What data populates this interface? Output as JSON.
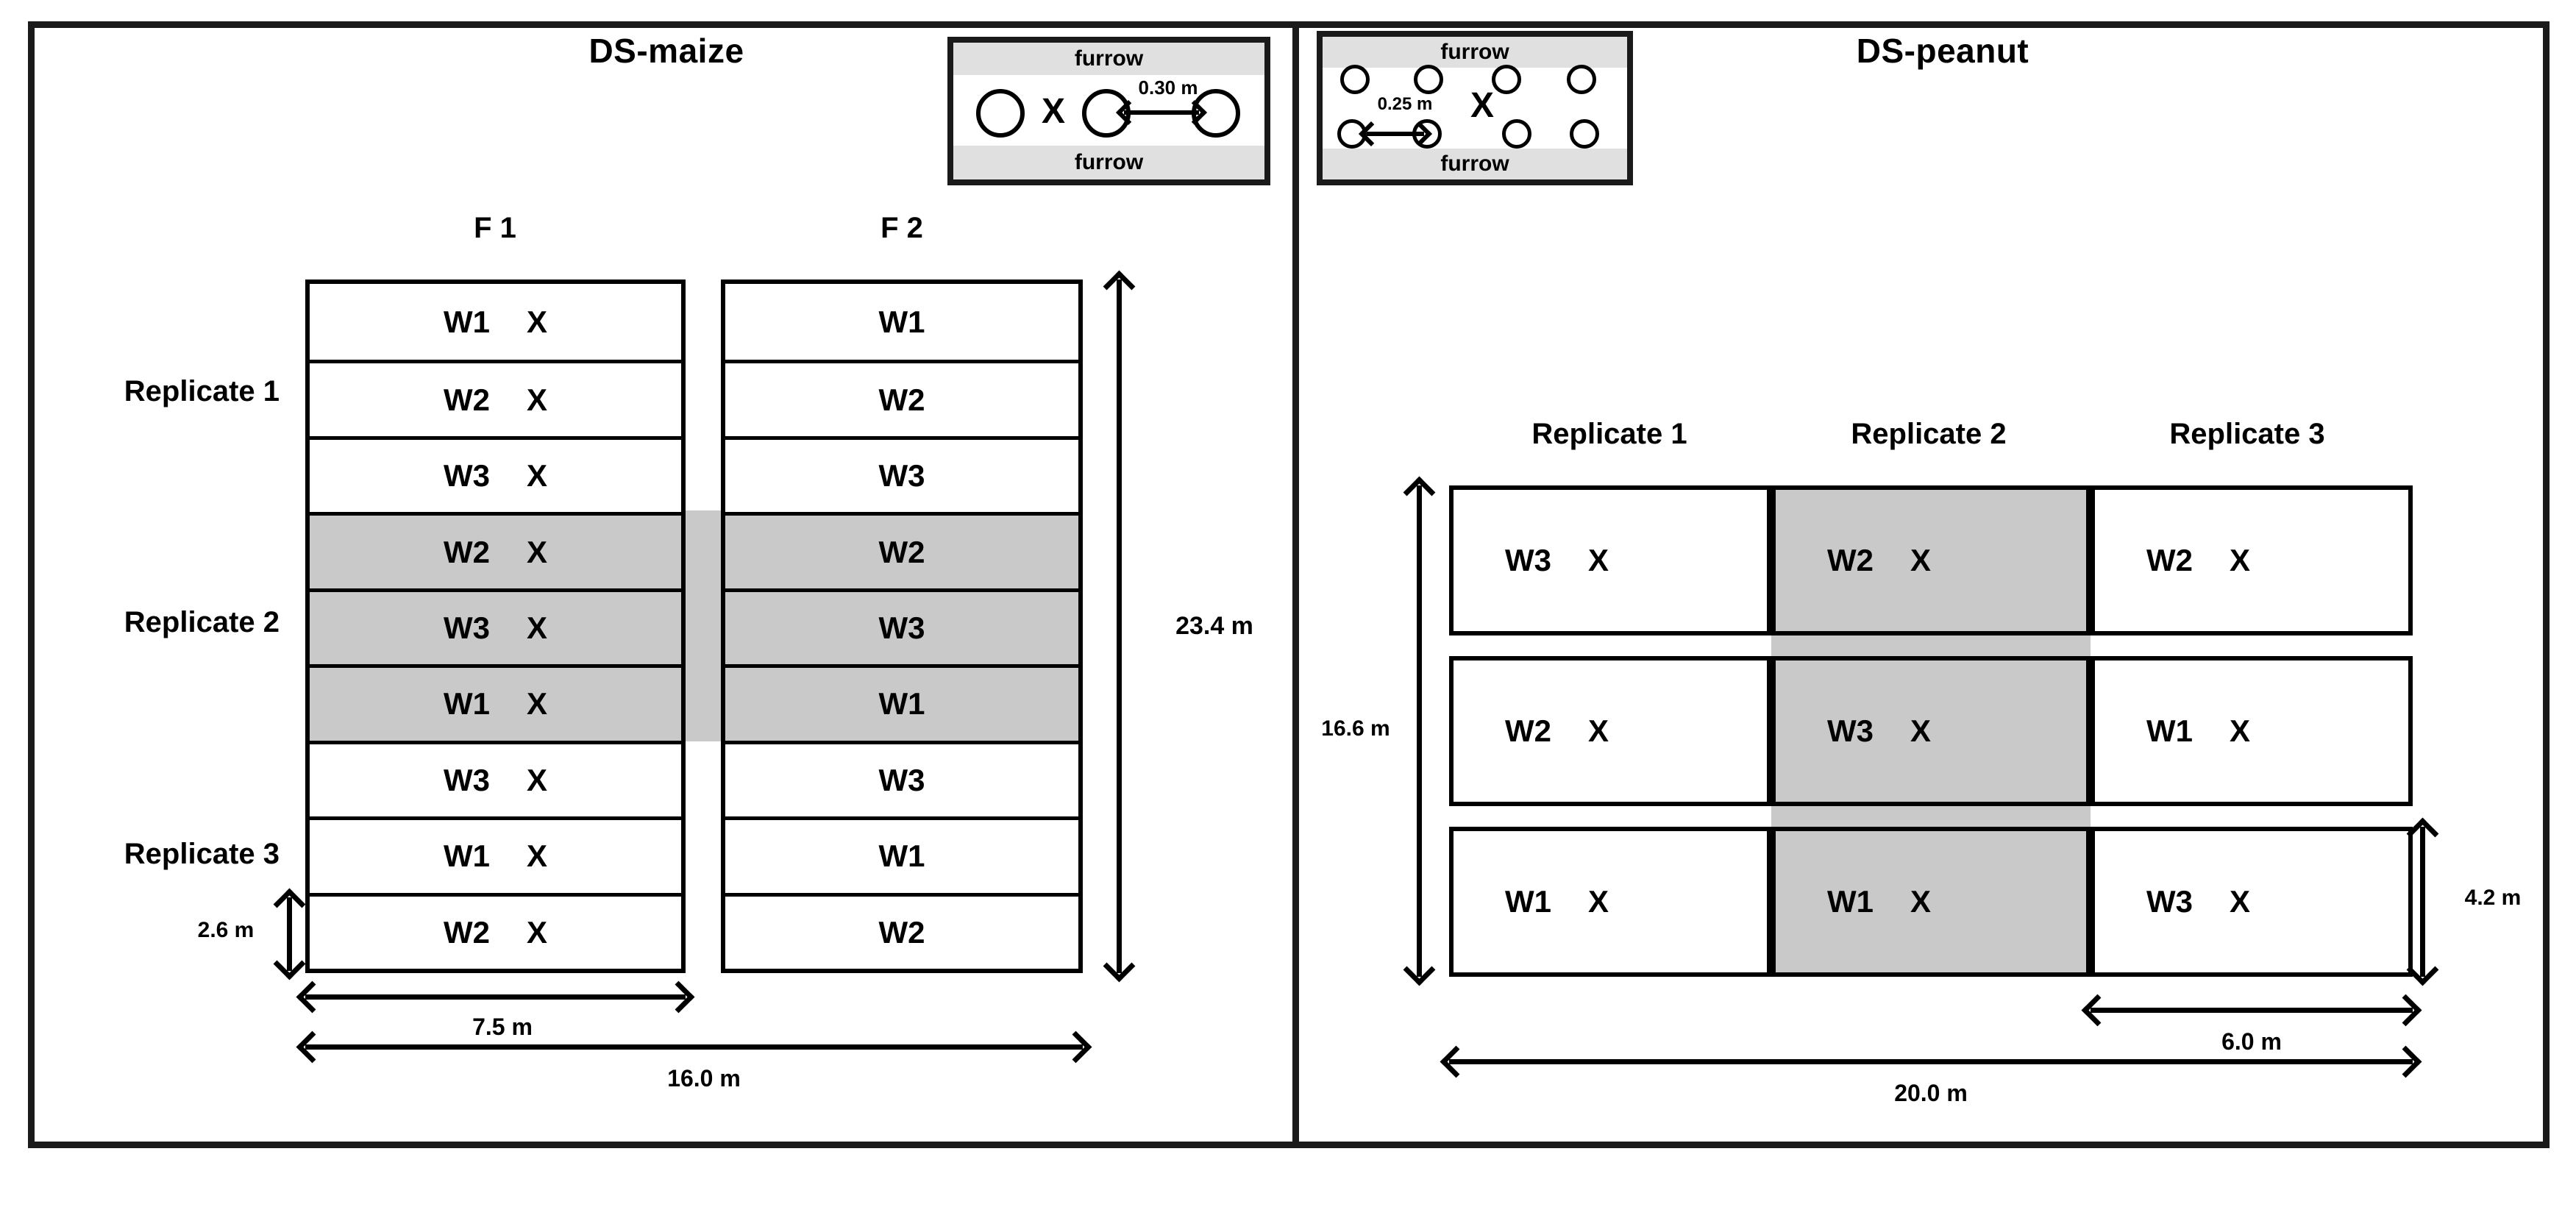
{
  "maize": {
    "title": "DS-maize",
    "inset": {
      "furrow_top": "furrow",
      "furrow_bottom": "furrow",
      "plant_spacing": "0.30 m",
      "x_mark": "X"
    },
    "field_1_label": "F 1",
    "field_2_label": "F 2",
    "replicate_labels": [
      "Replicate 1",
      "Replicate 2",
      "Replicate 3"
    ],
    "f1_rows": [
      {
        "w": "W1",
        "x": "X",
        "shaded": false
      },
      {
        "w": "W2",
        "x": "X",
        "shaded": false
      },
      {
        "w": "W3",
        "x": "X",
        "shaded": false
      },
      {
        "w": "W2",
        "x": "X",
        "shaded": true
      },
      {
        "w": "W3",
        "x": "X",
        "shaded": true
      },
      {
        "w": "W1",
        "x": "X",
        "shaded": true
      },
      {
        "w": "W3",
        "x": "X",
        "shaded": false
      },
      {
        "w": "W1",
        "x": "X",
        "shaded": false
      },
      {
        "w": "W2",
        "x": "X",
        "shaded": false
      }
    ],
    "f2_rows": [
      {
        "w": "W1",
        "shaded": false
      },
      {
        "w": "W2",
        "shaded": false
      },
      {
        "w": "W3",
        "shaded": false
      },
      {
        "w": "W2",
        "shaded": true
      },
      {
        "w": "W3",
        "shaded": true
      },
      {
        "w": "W1",
        "shaded": true
      },
      {
        "w": "W3",
        "shaded": false
      },
      {
        "w": "W1",
        "shaded": false
      },
      {
        "w": "W2",
        "shaded": false
      }
    ],
    "dims": {
      "plot_height": "2.6 m",
      "f1_width": "7.5 m",
      "total_width": "16.0 m",
      "field_length": "23.4 m"
    }
  },
  "peanut": {
    "title": "DS-peanut",
    "inset": {
      "furrow_top": "furrow",
      "furrow_bottom": "furrow",
      "plant_spacing": "0.25 m",
      "x_mark": "X"
    },
    "replicate_labels": [
      "Replicate 1",
      "Replicate 2",
      "Replicate 3"
    ],
    "grid": [
      [
        {
          "w": "W3",
          "x": "X",
          "shaded": false
        },
        {
          "w": "W2",
          "x": "X",
          "shaded": true
        },
        {
          "w": "W2",
          "x": "X",
          "shaded": false
        }
      ],
      [
        {
          "w": "W2",
          "x": "X",
          "shaded": false
        },
        {
          "w": "W3",
          "x": "X",
          "shaded": true
        },
        {
          "w": "W1",
          "x": "X",
          "shaded": false
        }
      ],
      [
        {
          "w": "W1",
          "x": "X",
          "shaded": false
        },
        {
          "w": "W1",
          "x": "X",
          "shaded": true
        },
        {
          "w": "W3",
          "x": "X",
          "shaded": false
        }
      ]
    ],
    "dims": {
      "field_length": "16.6 m",
      "plot_height": "4.2 m",
      "plot_width": "6.0 m",
      "total_width": "20.0 m"
    }
  }
}
